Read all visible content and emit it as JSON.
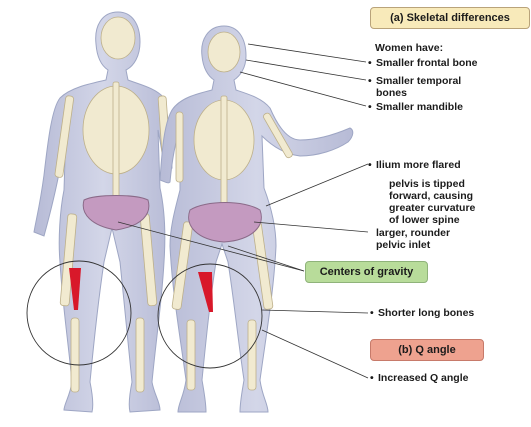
{
  "tags": {
    "skeletal": "(a) Skeletal differences",
    "gravity": "Centers of gravity",
    "q_angle": "(b) Q angle"
  },
  "labels": {
    "women_have": "Women have:",
    "frontal": "Smaller frontal bone",
    "temporal": "Smaller temporal\nbones",
    "mandible": "Smaller mandible",
    "ilium": "Ilium more flared",
    "pelvis": "pelvis is tipped\nforward, causing\ngreater curvature\nof lower spine",
    "inlet": "larger, rounder\npelvic inlet",
    "long_bones": "Shorter long bones",
    "increased_q": "Increased Q angle"
  },
  "colors": {
    "body": "#c9cde2",
    "body_outline": "#9ea6c4",
    "bone": "#f1ead0",
    "bone_outline": "#bdb08a",
    "pelvis_accent": "#c49ac0",
    "q_angle": "#d8182a",
    "tag_skeletal": "#f8eaba",
    "tag_gravity": "#b8dc9a",
    "tag_q": "#eea28f"
  }
}
